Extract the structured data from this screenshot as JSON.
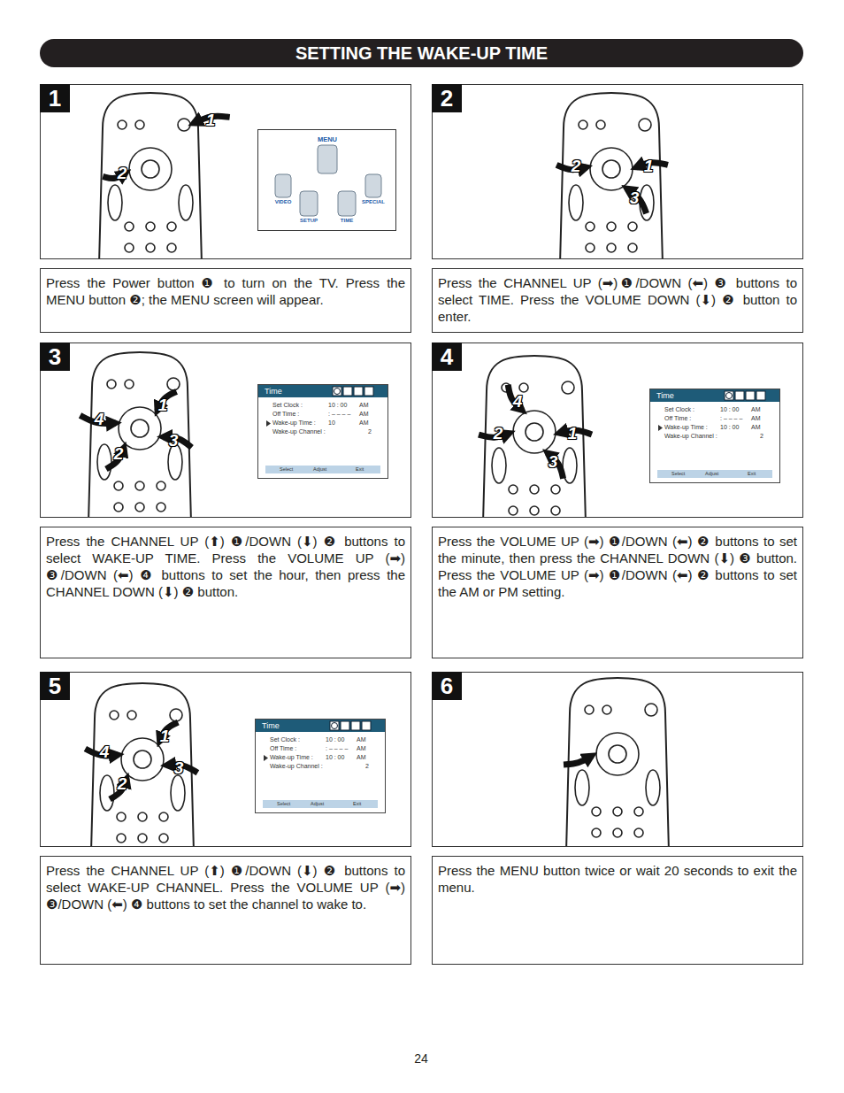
{
  "diagram": {
    "nodes": [
      {
        "text": [
          "SETTING THE WAKE-UP TIME"
        ]
      },
      {
        "text": [
          "1"
        ]
      },
      {
        "text": [
          "MENU",
          "VIDEO",
          "SETUP",
          "TIME",
          "SPECIAL"
        ],
        "in": 1
      },
      {
        "text": [
          "Press the Power button ❶ to turn on the TV. Press the MENU button ❷; the MENU screen will appear."
        ]
      },
      {
        "text": [
          "2"
        ]
      },
      {
        "text": [
          "Press the CHANNEL UP (➡)❶/DOWN (⬅) ❸ buttons to select TIME. Press the VOLUME DOWN (⬇) ❷ button to enter."
        ]
      },
      {
        "text": [
          "3"
        ]
      },
      {
        "text": [
          "Time",
          "Set Clock :",
          "10 : 00",
          "AM",
          "Off Time :",
          ": – – – –",
          "AM",
          "Wake-up Time :",
          "10",
          "AM",
          "Wake-up Channel :",
          "2",
          "Select",
          "Adjust",
          "Exit"
        ],
        "in": 6
      },
      {
        "text": [
          "Press the CHANNEL UP (⬆) ❶/DOWN (⬇) ❷ buttons to select WAKE-UP TIME. Press the VOLUME UP (➡) ❸/DOWN (⬅) ❹ buttons to set the hour, then press the CHANNEL DOWN (⬇) ❷ button."
        ]
      },
      {
        "text": [
          "4"
        ]
      },
      {
        "text": [
          "Time",
          "Set Clock :",
          "10 : 00",
          "AM",
          "Off Time :",
          ": – – – –",
          "AM",
          "Wake-up Time :",
          "10 : 00",
          "AM",
          "Wake-up Channel :",
          "2",
          "Select",
          "Adjust",
          "Exit"
        ],
        "in": 9
      },
      {
        "text": [
          "Press the VOLUME UP (➡) ❶/DOWN (⬅) ❷ buttons to set the minute, then press the CHANNEL DOWN (⬇) ❸ button. Press the VOLUME UP (➡) ❶/DOWN (⬅) ❷ buttons to set the AM or PM setting."
        ]
      },
      {
        "text": [
          "5"
        ]
      },
      {
        "text": [
          "Time",
          "Set Clock :",
          "10 : 00",
          "AM",
          "Off Time :",
          ": – – – –",
          "AM",
          "Wake-up Time :",
          "10 : 00",
          "AM",
          "Wake-up Channel :",
          "2",
          "Select",
          "Adjust",
          "Exit"
        ],
        "in": 12
      },
      {
        "text": [
          "Press the CHANNEL UP (⬆) ❶/DOWN (⬇) ❷ buttons to select WAKE-UP CHANNEL. Press the VOLUME UP (➡) ❸/DOWN (⬅) ❹ buttons to set the channel to wake to."
        ]
      },
      {
        "text": [
          "6"
        ]
      },
      {
        "text": [
          "Press the MENU button twice or wait 20 seconds to exit the menu."
        ]
      }
    ],
    "labels": [
      "1",
      "2",
      "2",
      "1",
      "3",
      "4",
      "1",
      "3",
      "2",
      "4",
      "2",
      "1",
      "3",
      "1",
      "4",
      "3",
      "2",
      "24"
    ]
  }
}
